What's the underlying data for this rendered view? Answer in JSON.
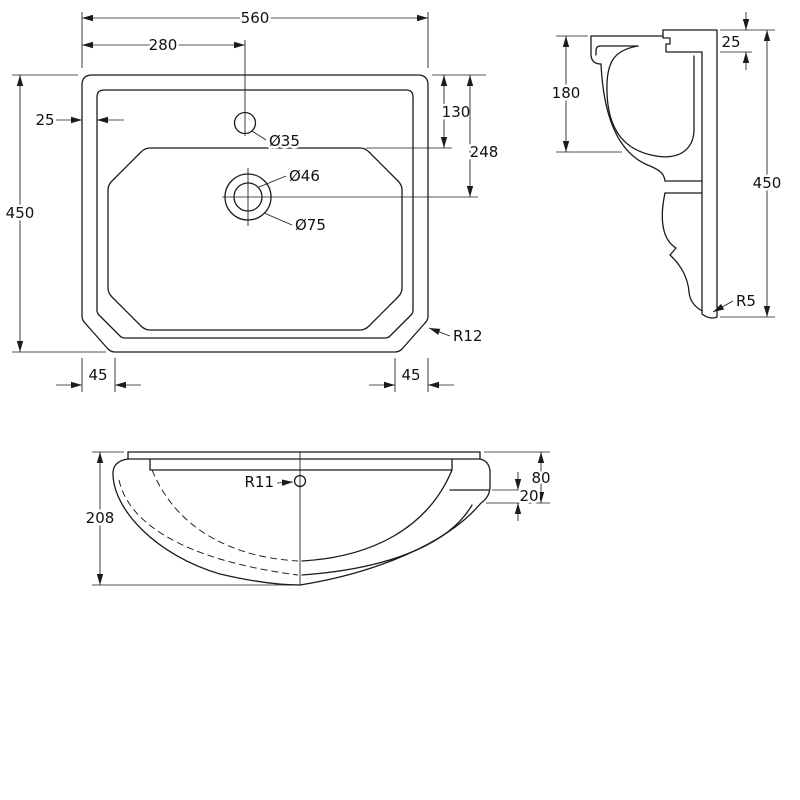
{
  "page": {
    "background_color": "#ffffff",
    "line_color": "#1b1b1b"
  },
  "drawing": {
    "kind": "basin technical drawing, three orthographic views",
    "plan_view": {
      "width_total": "560",
      "tap_center_offset": "280",
      "rim_inset": "25",
      "tap_hole_diameter": "Ø35",
      "top_to_bowl": "130",
      "top_to_drain": "248",
      "depth_total": "450",
      "drain_inner_diameter": "Ø46",
      "drain_outer_diameter": "Ø75",
      "corner_radius": "R12",
      "chamfer_left": "45",
      "chamfer_right": "45"
    },
    "side_view": {
      "rim_thickness": "25",
      "bowl_depth": "180",
      "height_total": "450",
      "base_radius": "R5"
    },
    "front_view": {
      "height_total": "208",
      "overflow_radius": "R11",
      "rim_height": "80",
      "lip_thickness": "20"
    }
  }
}
